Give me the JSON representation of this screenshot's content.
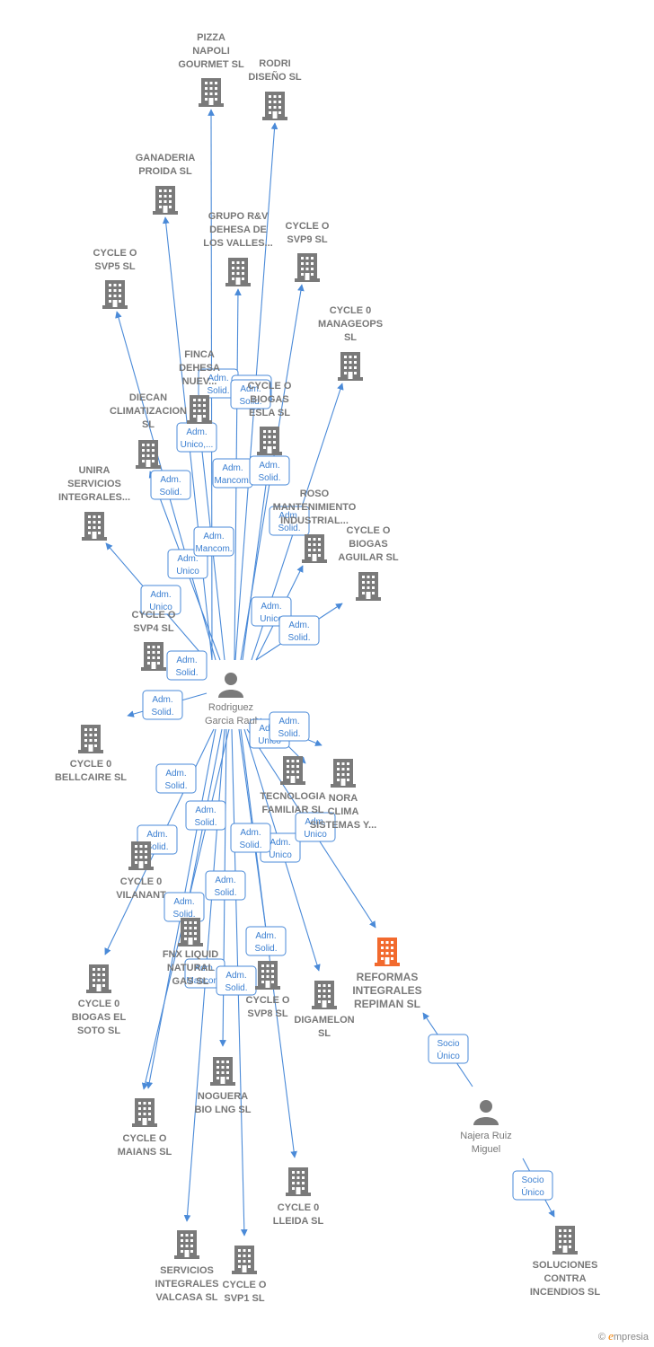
{
  "colors": {
    "edge": "#4a8ad8",
    "company": "#7a7a7a",
    "highlight": "#f26a2e",
    "person": "#7a7a7a"
  },
  "nodes": [
    {
      "id": "rodriguez",
      "kind": "person",
      "lines": [
        "Rodriguez",
        "Garcia Raul"
      ]
    },
    {
      "id": "najera",
      "kind": "person",
      "lines": [
        "Najera Ruiz",
        "Miguel"
      ]
    },
    {
      "id": "pizza",
      "kind": "company",
      "lines": [
        "PIZZA",
        "NAPOLI",
        "GOURMET SL"
      ]
    },
    {
      "id": "rodri",
      "kind": "company",
      "lines": [
        "RODRI",
        "DISEÑO SL"
      ]
    },
    {
      "id": "ganaderia",
      "kind": "company",
      "lines": [
        "GANADERIA",
        "PROIDA SL"
      ]
    },
    {
      "id": "grupo",
      "kind": "company",
      "lines": [
        "GRUPO R&V",
        "DEHESA DE",
        "LOS VALLES..."
      ]
    },
    {
      "id": "svp9",
      "kind": "company",
      "lines": [
        "CYCLE O",
        "SVP9 SL"
      ]
    },
    {
      "id": "svp5",
      "kind": "company",
      "lines": [
        "CYCLE O",
        "SVP5 SL"
      ]
    },
    {
      "id": "manageops",
      "kind": "company",
      "lines": [
        "CYCLE 0",
        "MANAGEOPS",
        "SL"
      ]
    },
    {
      "id": "finca",
      "kind": "company",
      "lines": [
        "FINCA",
        "DEHESA",
        "NUEV..."
      ]
    },
    {
      "id": "biogasesla",
      "kind": "company",
      "lines": [
        "CYCLE O",
        "BIOGAS",
        "ESLA SL"
      ]
    },
    {
      "id": "diecan",
      "kind": "company",
      "lines": [
        "DIECAN",
        "CLIMATIZACION",
        "SL"
      ]
    },
    {
      "id": "unira",
      "kind": "company",
      "lines": [
        "UNIRA",
        "SERVICIOS",
        "INTEGRALES..."
      ]
    },
    {
      "id": "roso",
      "kind": "company",
      "lines": [
        "ROSO",
        "MANTENIMIENTO",
        "INDUSTRIAL..."
      ]
    },
    {
      "id": "aguilar",
      "kind": "company",
      "lines": [
        "CYCLE O",
        "BIOGAS",
        "AGUILAR SL"
      ]
    },
    {
      "id": "svp4",
      "kind": "company",
      "lines": [
        "CYCLE O",
        "SVP4 SL"
      ]
    },
    {
      "id": "bellcaire",
      "kind": "company",
      "lines": [
        "CYCLE 0",
        "BELLCAIRE SL"
      ]
    },
    {
      "id": "tecnologia",
      "kind": "company",
      "lines": [
        "TECNOLOGIA",
        "FAMILIAR SL"
      ]
    },
    {
      "id": "nora",
      "kind": "company",
      "lines": [
        "NORA",
        "CLIMA",
        "SISTEMAS Y..."
      ]
    },
    {
      "id": "vilanant",
      "kind": "company",
      "lines": [
        "CYCLE 0",
        "VILANANT"
      ]
    },
    {
      "id": "fnx",
      "kind": "company",
      "lines": [
        "FNX LIQUID",
        "NATURAL",
        "GAS SL"
      ]
    },
    {
      "id": "svp8",
      "kind": "company",
      "lines": [
        "CYCLE O",
        "SVP8 SL"
      ]
    },
    {
      "id": "digamelon",
      "kind": "company",
      "lines": [
        "DIGAMELON",
        "SL"
      ]
    },
    {
      "id": "reformas",
      "kind": "main",
      "lines": [
        "REFORMAS",
        "INTEGRALES",
        "REPIMAN SL"
      ]
    },
    {
      "id": "elsoto",
      "kind": "company",
      "lines": [
        "CYCLE 0",
        "BIOGAS EL",
        "SOTO SL"
      ]
    },
    {
      "id": "noguera",
      "kind": "company",
      "lines": [
        "NOGUERA",
        "BIO LNG SL"
      ]
    },
    {
      "id": "maians",
      "kind": "company",
      "lines": [
        "CYCLE O",
        "MAIANS SL"
      ]
    },
    {
      "id": "lleida",
      "kind": "company",
      "lines": [
        "CYCLE 0",
        "LLEIDA SL"
      ]
    },
    {
      "id": "valcasa",
      "kind": "company",
      "lines": [
        "SERVICIOS",
        "INTEGRALES",
        "VALCASA SL"
      ]
    },
    {
      "id": "svp1",
      "kind": "company",
      "lines": [
        "CYCLE O",
        "SVP1 SL"
      ]
    },
    {
      "id": "soluciones",
      "kind": "company",
      "lines": [
        "SOLUCIONES",
        "CONTRA",
        "INCENDIOS SL"
      ]
    }
  ],
  "edges": [
    {
      "from": "rodriguez",
      "to": "pizza",
      "label": [
        "Adm.",
        "Solid."
      ]
    },
    {
      "from": "rodriguez",
      "to": "rodri",
      "label": [
        "Adm.",
        "Solid."
      ]
    },
    {
      "from": "rodriguez",
      "to": "ganaderia",
      "label": [
        "Adm.",
        "Solid."
      ]
    },
    {
      "from": "rodriguez",
      "to": "grupo",
      "label": [
        "Adm.",
        "Mancom."
      ]
    },
    {
      "from": "rodriguez",
      "to": "svp9",
      "label": [
        "Adm.",
        "Solid."
      ]
    },
    {
      "from": "rodriguez",
      "to": "svp5",
      "label": [
        "Adm.",
        "Unico"
      ]
    },
    {
      "from": "rodriguez",
      "to": "manageops",
      "label": [
        "Adm.",
        "Solid."
      ]
    },
    {
      "from": "rodriguez",
      "to": "finca",
      "label": [
        "Adm.",
        "Unico,..."
      ]
    },
    {
      "from": "rodriguez",
      "to": "biogasesla",
      "label": [
        "Adm.",
        "Solid."
      ]
    },
    {
      "from": "rodriguez",
      "to": "diecan",
      "label": [
        "Adm.",
        "Mancom."
      ]
    },
    {
      "from": "rodriguez",
      "to": "unira",
      "label": [
        "Adm.",
        "Unico"
      ]
    },
    {
      "from": "rodriguez",
      "to": "roso",
      "label": [
        "Adm.",
        "Unico"
      ]
    },
    {
      "from": "rodriguez",
      "to": "aguilar",
      "label": [
        "Adm.",
        "Solid."
      ]
    },
    {
      "from": "rodriguez",
      "to": "svp4",
      "label": [
        "Adm.",
        "Solid."
      ]
    },
    {
      "from": "rodriguez",
      "to": "bellcaire",
      "label": [
        "Adm.",
        "Solid."
      ]
    },
    {
      "from": "rodriguez",
      "to": "tecnologia",
      "label": [
        "Adm.",
        "Unico"
      ]
    },
    {
      "from": "rodriguez",
      "to": "nora",
      "label": [
        "Adm.",
        "Solid."
      ]
    },
    {
      "from": "rodriguez",
      "to": "vilanant",
      "label": [
        "Adm.",
        "Solid."
      ]
    },
    {
      "from": "rodriguez",
      "to": "fnx",
      "label": [
        "Adm.",
        "Solid."
      ]
    },
    {
      "from": "rodriguez",
      "to": "svp8",
      "label": [
        "Adm.",
        "Solid."
      ]
    },
    {
      "from": "rodriguez",
      "to": "digamelon",
      "label": [
        "Adm.",
        "Unico"
      ]
    },
    {
      "from": "rodriguez",
      "to": "reformas",
      "label": [
        "Adm.",
        "Unico"
      ]
    },
    {
      "from": "rodriguez",
      "to": "elsoto",
      "label": [
        "Adm.",
        "Solid."
      ]
    },
    {
      "from": "rodriguez",
      "to": "noguera",
      "label": [
        "Adm.",
        "Solid."
      ]
    },
    {
      "from": "rodriguez",
      "to": "maians",
      "label": [
        "Adm.",
        "Solid."
      ]
    },
    {
      "from": "rodriguez",
      "to": "lleida",
      "label": [
        "Adm.",
        "Solid."
      ]
    },
    {
      "from": "rodriguez",
      "to": "valcasa",
      "label": [
        "Adm.",
        "Mancom."
      ]
    },
    {
      "from": "rodriguez",
      "to": "svp1",
      "label": [
        "Adm.",
        "Solid."
      ]
    },
    {
      "from": "najera",
      "to": "reformas",
      "label": [
        "Socio",
        "Único"
      ]
    },
    {
      "from": "najera",
      "to": "soluciones",
      "label": [
        "Socio",
        "Único"
      ]
    }
  ],
  "brand": {
    "copyright": "©",
    "name": "mpresia",
    "initial": "e"
  }
}
